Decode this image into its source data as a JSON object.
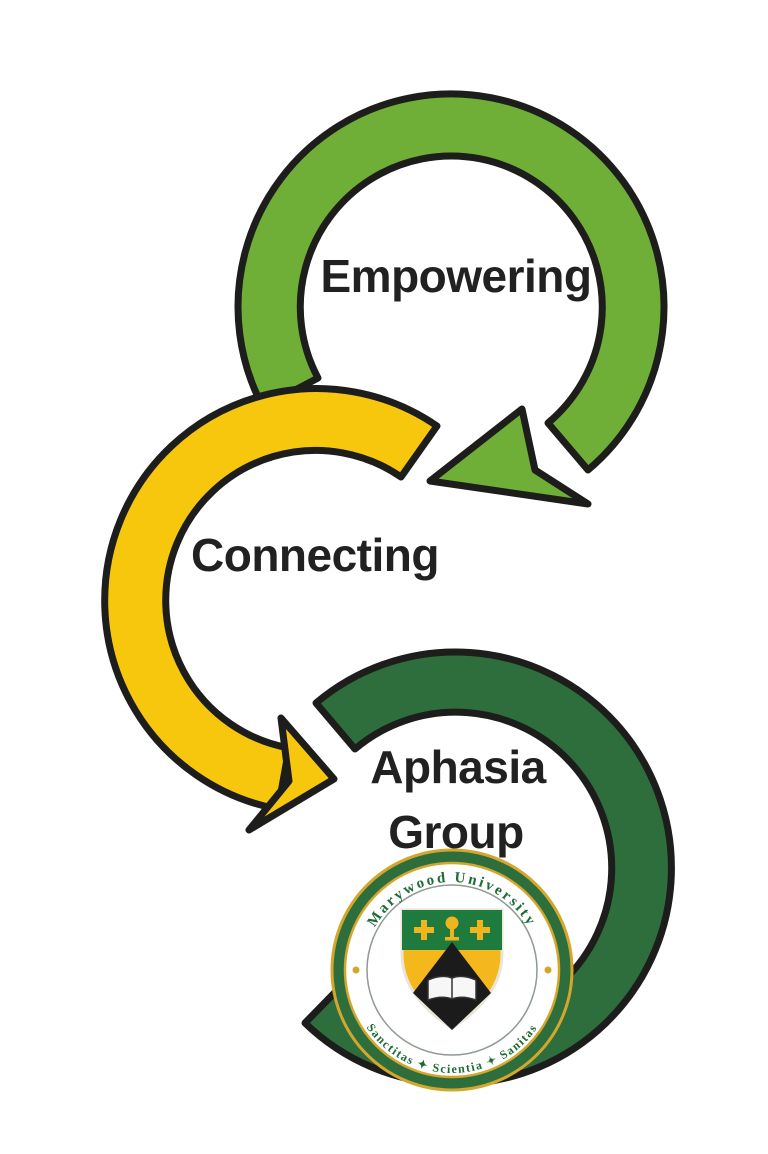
{
  "labels": {
    "empowering": "Empowering",
    "connecting": "Connecting",
    "aphasia": "Aphasia",
    "group": "Group"
  },
  "seal": {
    "top_text": "Marywood University",
    "bottom_text": "Sanctitas ✦ Scientia ✦ Sanitas"
  },
  "colors": {
    "light_green": "#6fae37",
    "yellow": "#f7c70e",
    "dark_green": "#2e6e3d",
    "outline": "#1d1d1b",
    "label_text": "#212121",
    "seal_ring_green": "#2e6e3d",
    "seal_gold": "#d4a72c",
    "seal_text_green": "#1f6b35",
    "seal_chief_green": "#1f7a3d",
    "seal_shield_gold": "#f5b81c",
    "seal_charge_gold": "#f0b41e",
    "seal_lozenge_black": "#1b1b1b",
    "seal_book_white": "#f7f7f7"
  }
}
